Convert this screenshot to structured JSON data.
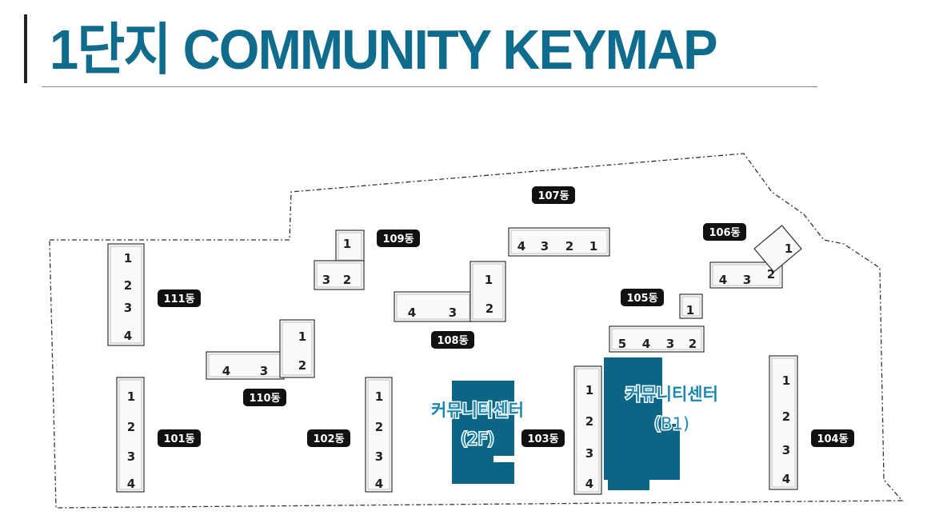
{
  "title": "1단지 COMMUNITY KEYMAP",
  "colors": {
    "accent": "#0f6c8c",
    "community": "#0b6584",
    "label_bg": "#111111"
  },
  "buildings": [
    {
      "id": "111",
      "label": "111동",
      "units": [
        "1",
        "2",
        "3",
        "4"
      ]
    },
    {
      "id": "109",
      "label": "109동",
      "units": [
        "1",
        "3",
        "2"
      ]
    },
    {
      "id": "107",
      "label": "107동",
      "units": [
        "4",
        "3",
        "2",
        "1"
      ]
    },
    {
      "id": "106",
      "label": "106동",
      "units": [
        "4",
        "3",
        "2",
        "1"
      ]
    },
    {
      "id": "108",
      "label": "108동",
      "units": [
        "4",
        "3",
        "1",
        "2"
      ]
    },
    {
      "id": "105",
      "label": "105동",
      "units": [
        "5",
        "4",
        "3",
        "2",
        "1"
      ]
    },
    {
      "id": "110",
      "label": "110동",
      "units": [
        "4",
        "3",
        "1",
        "2"
      ]
    },
    {
      "id": "101",
      "label": "101동",
      "units": [
        "1",
        "2",
        "3",
        "4"
      ]
    },
    {
      "id": "102",
      "label": "102동",
      "units": [
        "1",
        "2",
        "3",
        "4"
      ]
    },
    {
      "id": "103",
      "label": "103동",
      "units": [
        "1",
        "2",
        "3",
        "4"
      ]
    },
    {
      "id": "104",
      "label": "104동",
      "units": [
        "1",
        "2",
        "3",
        "4"
      ]
    }
  ],
  "community_centers": [
    {
      "name": "커뮤니티센터",
      "floor": "(2F)"
    },
    {
      "name": "커뮤니티센터",
      "floor": "(B1)"
    }
  ]
}
